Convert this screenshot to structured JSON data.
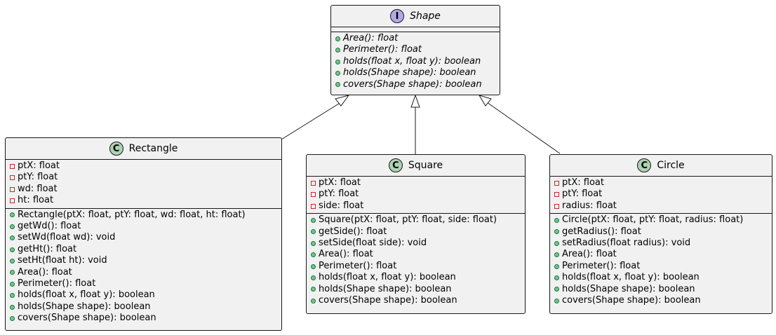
{
  "interface": {
    "name": "Shape",
    "stereotype_glyph": "I",
    "methods": [
      "Area(): float",
      "Perimeter(): float",
      "holds(float x, float y): boolean",
      "holds(Shape shape): boolean",
      "covers(Shape shape): boolean"
    ]
  },
  "classes": [
    {
      "name": "Rectangle",
      "glyph": "C",
      "fields": [
        "ptX: float",
        "ptY: float",
        "wd: float",
        "ht: float"
      ],
      "methods": [
        "Rectangle(ptX: float, ptY: float, wd: float, ht: float)",
        "getWd(): float",
        "setWd(float wd): void",
        "getHt(): float",
        "setHt(float ht): void",
        "Area(): float",
        "Perimeter(): float",
        "holds(float x, float y): boolean",
        "holds(Shape shape): boolean",
        "covers(Shape shape): boolean"
      ]
    },
    {
      "name": "Square",
      "glyph": "C",
      "fields": [
        "ptX: float",
        "ptY: float",
        "side: float"
      ],
      "methods": [
        "Square(ptX: float, ptY: float, side: float)",
        "getSide(): float",
        "setSide(float side): void",
        "Area(): float",
        "Perimeter(): float",
        "holds(float x, float y): boolean",
        "holds(Shape shape): boolean",
        "covers(Shape shape): boolean"
      ]
    },
    {
      "name": "Circle",
      "glyph": "C",
      "fields": [
        "ptX: float",
        "ptY: float",
        "radius: float"
      ],
      "methods": [
        "Circle(ptX: float, ptY: float, radius: float)",
        "getRadius(): float",
        "setRadius(float radius): void",
        "Area(): float",
        "Perimeter(): float",
        "holds(float x, float y): boolean",
        "holds(Shape shape): boolean",
        "covers(Shape shape): boolean"
      ]
    }
  ],
  "colors": {
    "box_fill": "#f1f1f1",
    "border": "#181818",
    "class_badge": "#add1b2",
    "interface_badge": "#b4a7e5",
    "public_marker": "#84be84",
    "private_marker": "#c82930"
  }
}
